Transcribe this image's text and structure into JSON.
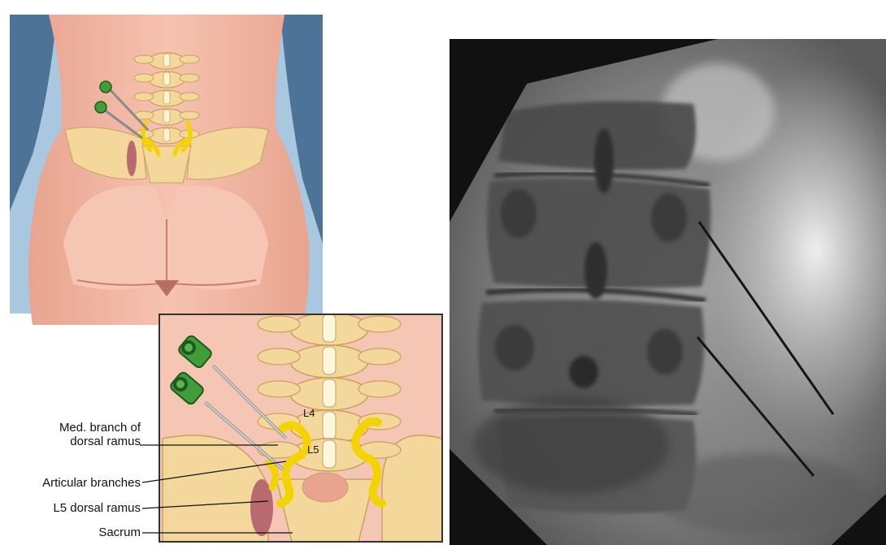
{
  "figure": {
    "labels": {
      "med_branch_line1": "Med. branch of",
      "med_branch_line2": "dorsal ramus",
      "articular": "Articular branches",
      "l5_dorsal": "L5 dorsal ramus",
      "sacrum": "Sacrum"
    },
    "vertebra_labels": {
      "l4": "L4",
      "l5": "L5"
    }
  },
  "colors": {
    "skin": "#f3b9a4",
    "skin_shadow": "#e29b86",
    "background_panel": "#a9c7de",
    "background_shadow": "#4d7497",
    "bone": "#f4d79b",
    "bone_shadow": "#d9b26c",
    "nerve": "#f4d400",
    "needle_hub": "#3f9d3a",
    "muscle": "#b86a6f",
    "xray_dark": "#111111",
    "xray_light": "#e6e6e6"
  },
  "icons": {
    "needle": "radiofrequency-needle-icon",
    "spine": "lumbar-spine-icon"
  }
}
